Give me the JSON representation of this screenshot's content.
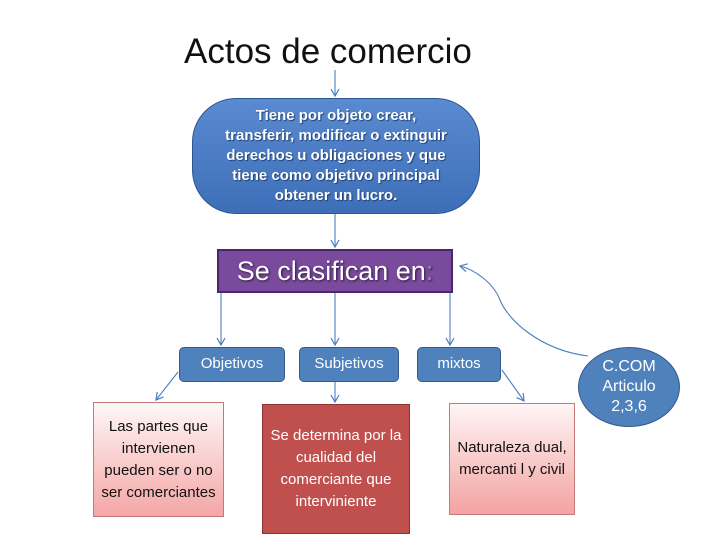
{
  "title": "Actos de comercio",
  "definition": "Tiene por objeto crear, transferir, modificar o extinguir derechos u obligaciones y que tiene como objetivo principal obtener un lucro.",
  "classification": {
    "label": "Se clasifican en",
    "colon": ":"
  },
  "categories": [
    {
      "label": "Objetivos",
      "description": "Las partes que intervienen pueden ser o no ser comerciantes"
    },
    {
      "label": "Subjetivos",
      "description": "Se determina por la cualidad del comerciante  que interviniente"
    },
    {
      "label": "mixtos",
      "description": "Naturaleza dual, mercanti l y civil"
    }
  ],
  "reference": {
    "line1": "C.COM",
    "line2": "Articulo",
    "line3": "2,3,6"
  },
  "colors": {
    "connector": "#4a7ebf",
    "definition_fill": "#4f81bd",
    "classify_fill": "#7a4a9c",
    "subjective_fill": "#c0504d",
    "pink_fill": "#f4a6a6"
  }
}
